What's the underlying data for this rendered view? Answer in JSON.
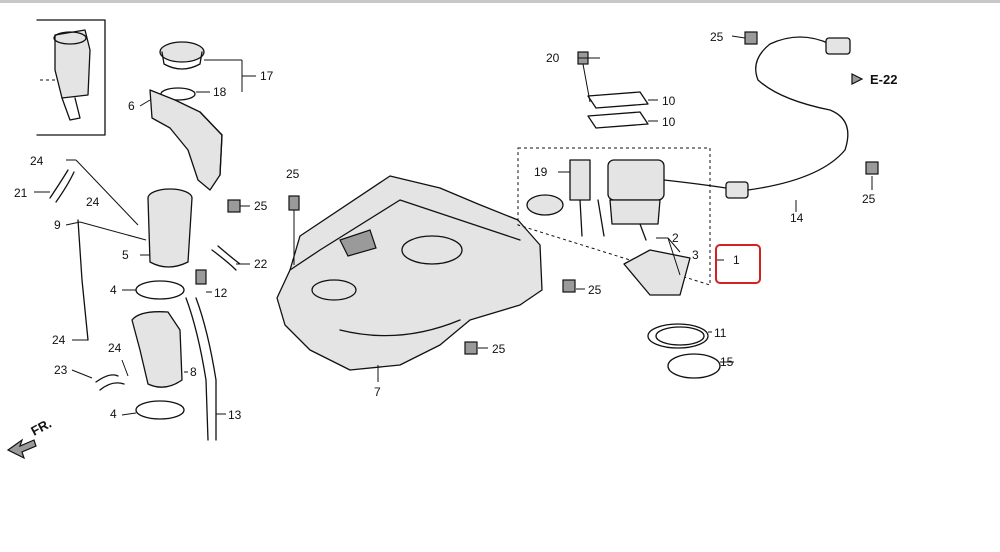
{
  "diagram": {
    "callouts": {
      "c1": "1",
      "c2": "2",
      "c3": "3",
      "c4a": "4",
      "c4b": "4",
      "c5": "5",
      "c6": "6",
      "c7": "7",
      "c8": "8",
      "c9": "9",
      "c10a": "10",
      "c10b": "10",
      "c11": "11",
      "c12": "12",
      "c13": "13",
      "c14": "14",
      "c15": "15",
      "c17": "17",
      "c18": "18",
      "c19": "19",
      "c20": "20",
      "c21": "21",
      "c22": "22",
      "c23": "23",
      "c24a": "24",
      "c24b": "24",
      "c24c": "24",
      "c24d": "24",
      "c25a": "25",
      "c25b": "25",
      "c25c": "25",
      "c25d": "25",
      "c25e": "25",
      "c25f": "25"
    },
    "reference": "E-22",
    "direction": "FR.",
    "highlight_color": "#d62020"
  }
}
